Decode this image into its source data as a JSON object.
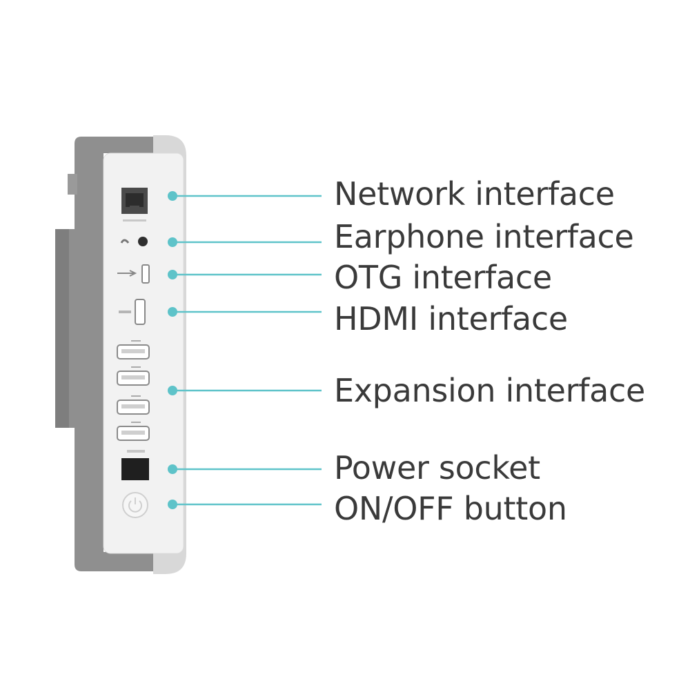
{
  "colors": {
    "accent": "#5ec3c9",
    "device_outer": "#8f8f8f",
    "device_panel": "#f2f2f2",
    "device_bezel": "#d6d6d6",
    "port_dark": "#3a3a3a",
    "label_text": "#3a3a3a"
  },
  "callouts": [
    {
      "id": "network",
      "label": "Network interface"
    },
    {
      "id": "earphone",
      "label": "Earphone interface"
    },
    {
      "id": "otg",
      "label": "OTG interface"
    },
    {
      "id": "hdmi",
      "label": "HDMI interface"
    },
    {
      "id": "expansion",
      "label": "Expansion interface"
    },
    {
      "id": "power",
      "label": "Power socket"
    },
    {
      "id": "onoff",
      "label": "ON/OFF button"
    }
  ],
  "port_icons": {
    "network": "ethernet-port-icon",
    "earphone": "headphone-jack-icon",
    "otg": "usb-otg-port-icon",
    "hdmi": "hdmi-port-icon",
    "expansion": "usb-port-icon",
    "power": "dc-power-socket-icon",
    "onoff": "power-button-icon"
  }
}
